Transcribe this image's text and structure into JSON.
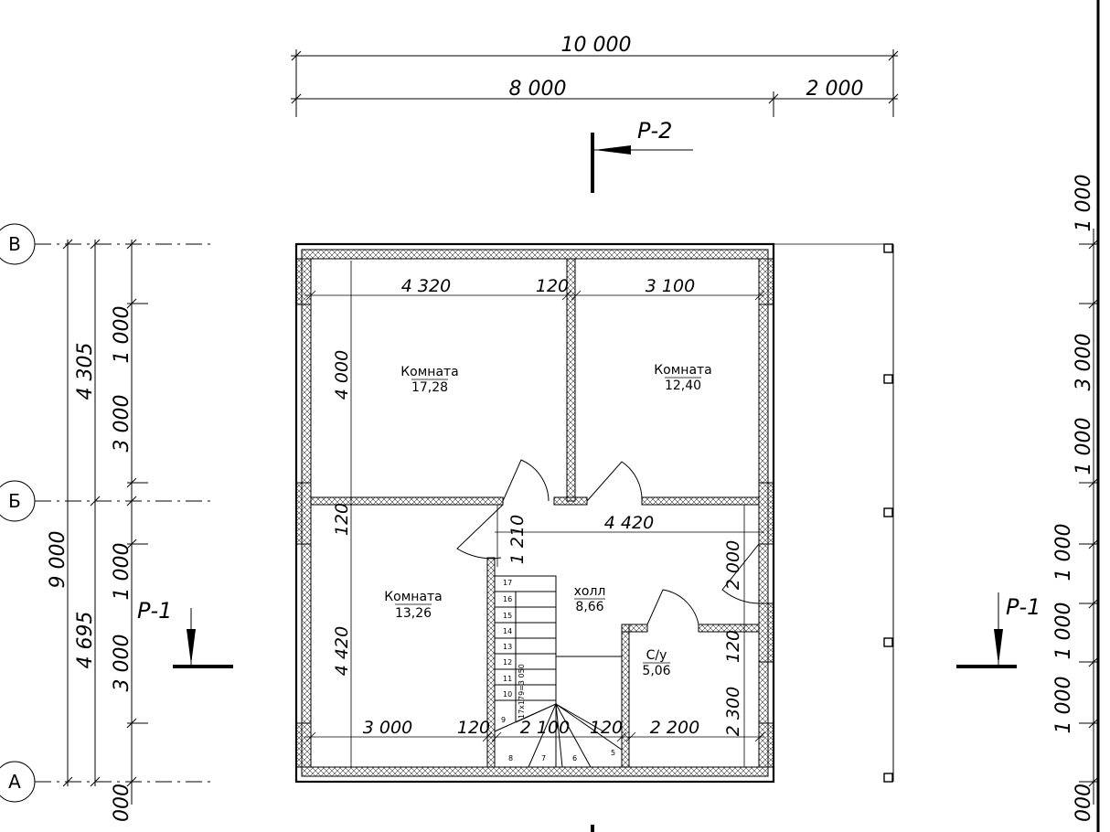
{
  "dimensions": {
    "top_overall": "10 000",
    "top_left": "8 000",
    "top_right": "2 000",
    "left_total": "9 000",
    "left_upper": "4 305",
    "left_lower": "4 695",
    "left_seg_1": "1 000",
    "left_seg_2": "3 000",
    "left_seg_3": "1 000",
    "left_seg_4": "3 000",
    "left_seg_5": "000",
    "right_seg_1": "1 000",
    "right_seg_2": "3 000",
    "right_seg_3": "1 000",
    "right_seg_4": "1 000",
    "right_seg_5": "1 000",
    "right_seg_6": "1 000",
    "right_seg_7": "000",
    "inner_top_1": "4 320",
    "inner_top_2": "120",
    "inner_top_3": "3 100",
    "inner_mid": "4 420",
    "inner_bottom_1": "3 000",
    "inner_bottom_2": "120",
    "inner_bottom_3": "2 100",
    "inner_bottom_4": "120",
    "inner_bottom_5": "2 200",
    "vert_room1": "4 000",
    "vert_wall": "120",
    "vert_room3": "4 420",
    "vert_hall": "1 210",
    "vert_right_1": "2 000",
    "vert_right_2": "120",
    "vert_right_3": "2 300"
  },
  "axes": [
    "В",
    "Б",
    "А"
  ],
  "sections": {
    "top": "Р-2",
    "left": "Р-1",
    "right": "Р-1"
  },
  "rooms": [
    {
      "name": "Комната",
      "area": "17,28"
    },
    {
      "name": "Комната",
      "area": "12,40"
    },
    {
      "name": "Комната",
      "area": "13,26"
    },
    {
      "name": "холл",
      "area": "8,66"
    },
    {
      "name": "С/у",
      "area": "5,06"
    }
  ],
  "stair": {
    "label": "17х179=3 050",
    "steps": [
      "17",
      "16",
      "15",
      "14",
      "13",
      "12",
      "11",
      "10",
      "9",
      "8",
      "7",
      "6",
      "5"
    ]
  }
}
